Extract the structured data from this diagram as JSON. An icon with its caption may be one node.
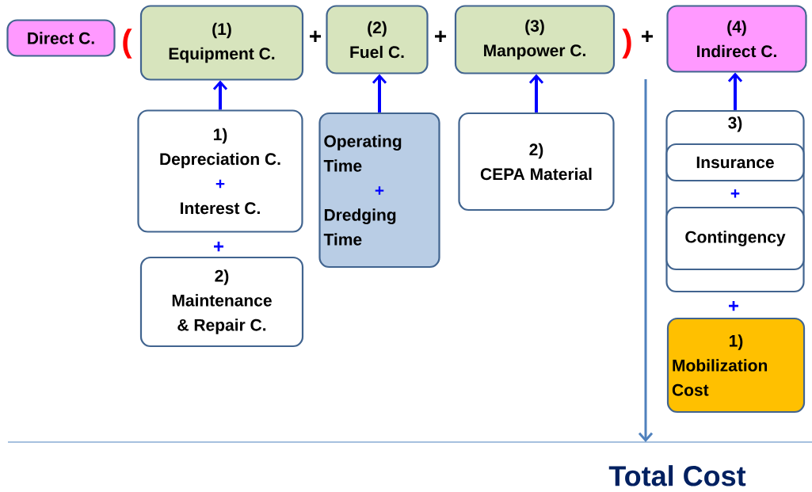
{
  "diagram": {
    "nodes": [
      {
        "text": [
          "Direct C."
        ]
      },
      {
        "text": [
          "(1)",
          "Equipment C."
        ]
      },
      {
        "text": [
          "(2)",
          "Fuel C."
        ]
      },
      {
        "text": [
          "(3)",
          "Manpower C."
        ]
      },
      {
        "text": [
          "(4)",
          "Indirect C."
        ]
      },
      {
        "text": [
          "1)",
          "Depreciation C.",
          "+",
          "Interest C."
        ]
      },
      {
        "text": [
          "2)",
          "Maintenance & Repair C."
        ]
      },
      {
        "text": [
          "Operating Time",
          "+",
          "Dredging Time"
        ]
      },
      {
        "text": [
          "2)",
          "CEPA Material"
        ]
      },
      {
        "text": [
          "3)",
          "+"
        ]
      },
      {
        "text": [
          "Insurance"
        ],
        "in": 9
      },
      {
        "text": [
          "Contingency"
        ],
        "in": 9
      },
      {
        "text": [
          "1)",
          "Mobilization Cost"
        ]
      },
      {
        "text": [
          "Total Cost"
        ]
      }
    ],
    "edges": [
      {
        "from": 5,
        "to": 1,
        "arrow": "to"
      },
      {
        "from": 7,
        "to": 2,
        "arrow": "to"
      },
      {
        "from": 8,
        "to": 3,
        "arrow": "to"
      },
      {
        "from": 9,
        "to": 4,
        "arrow": "to"
      },
      {
        "from": null,
        "to": 13,
        "arrow": "to",
        "color": "#4f81bd"
      }
    ],
    "labels": [
      "(",
      "+",
      "+",
      ")",
      "+",
      "+",
      "+"
    ]
  }
}
